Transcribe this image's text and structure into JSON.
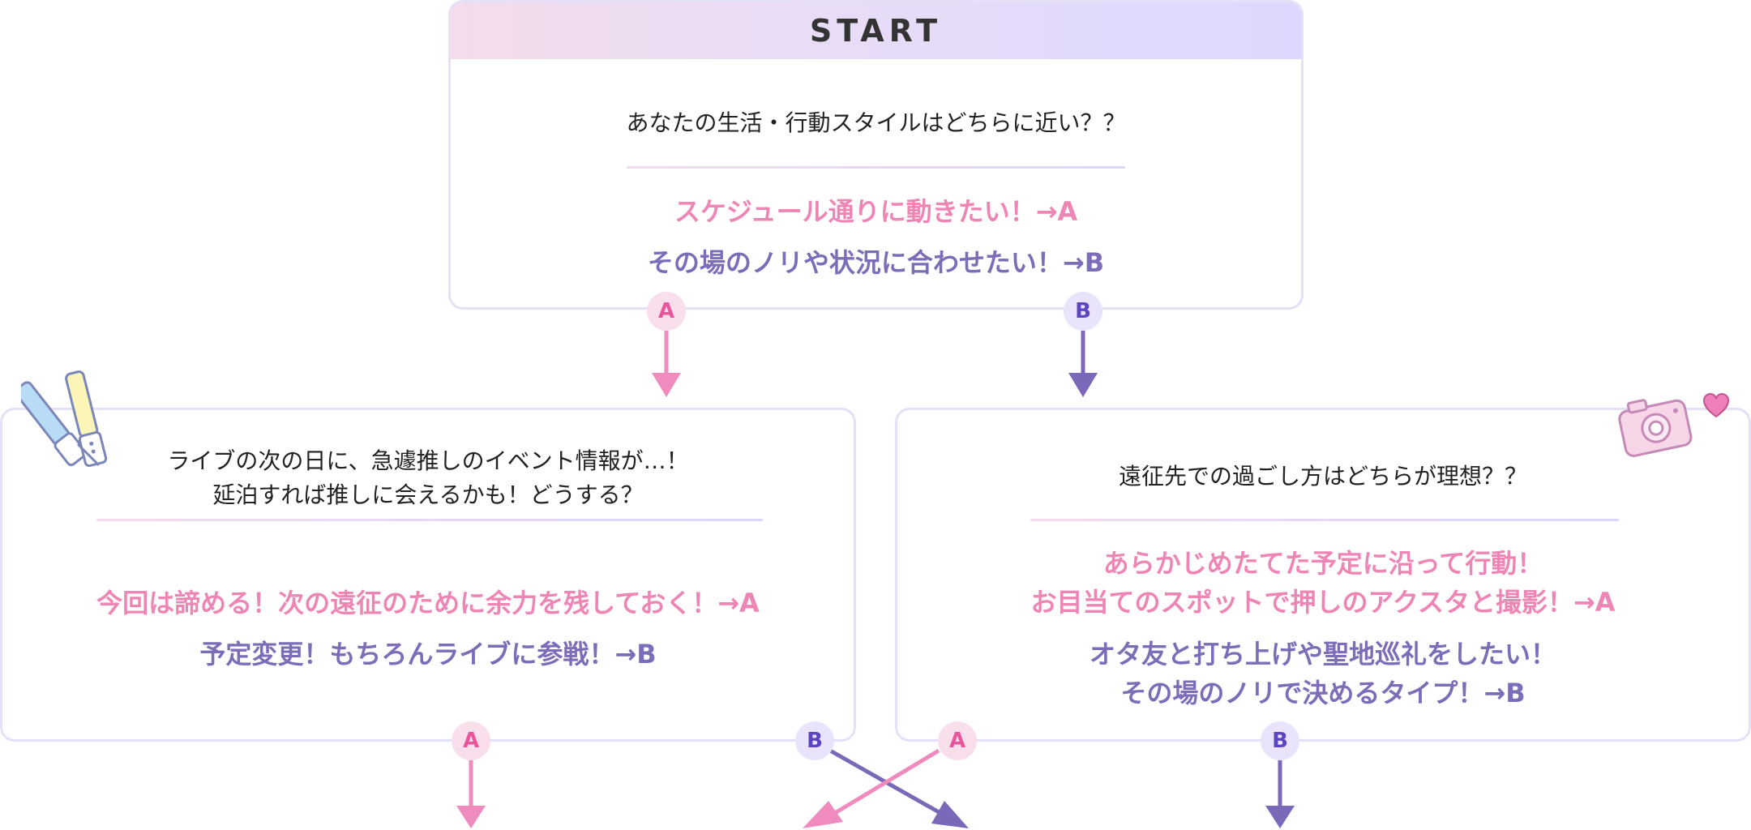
{
  "start": {
    "header": "START",
    "question": "あなたの生活・行動スタイルはどちらに近い？？",
    "option_a": "スケジュール通りに動きたい！→A",
    "option_b": "その場のノリや状況に合わせたい！→B"
  },
  "left": {
    "question_line1": "ライブの次の日に、急遽推しのイベント情報が…！",
    "question_line2": "延泊すれば推しに会えるかも！どうする？",
    "option_a": "今回は諦める！次の遠征のために余力を残しておく！→A",
    "option_b": "予定変更！もちろんライブに参戦！→B"
  },
  "right": {
    "question": "遠征先での過ごし方はどちらが理想？？",
    "option_a_line1": "あらかじめたてた予定に沿って行動！",
    "option_a_line2": "お目当てのスポットで押しのアクスタと撮影！→A",
    "option_b_line1": "オタ友と打ち上げや聖地巡礼をしたい！",
    "option_b_line2": "その場のノリで決めるタイプ！→B"
  },
  "badges": {
    "a": "A",
    "b": "B"
  },
  "colors": {
    "pink": "#ee86b5",
    "purple": "#7b6db8",
    "border": "#e6e0f6"
  },
  "icons": [
    "penlight-icon",
    "camera-icon",
    "heart-icon"
  ]
}
